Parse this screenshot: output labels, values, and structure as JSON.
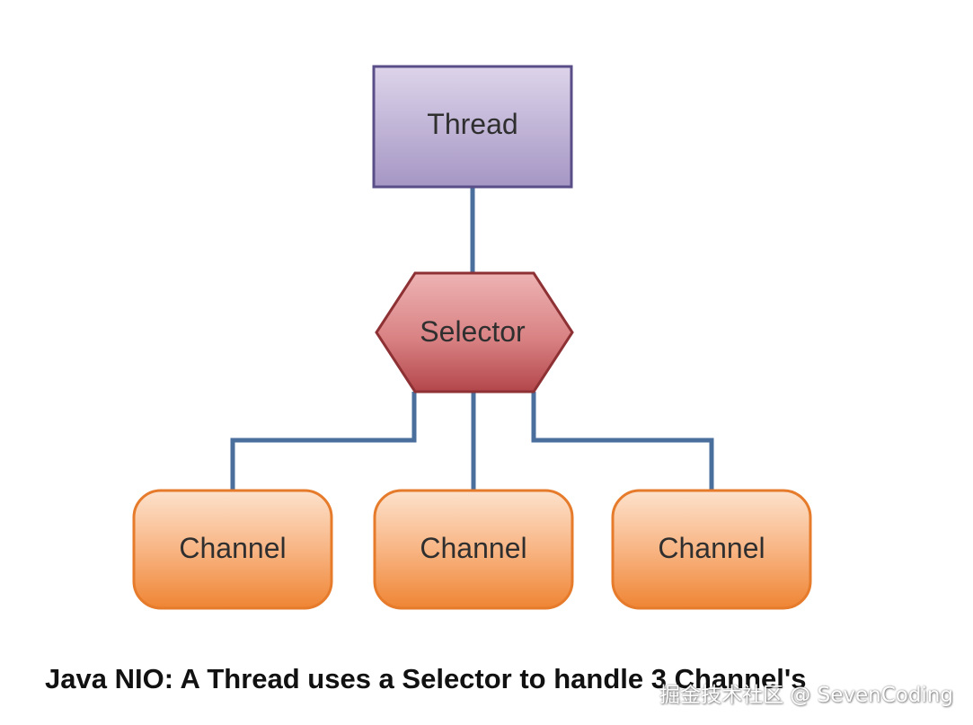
{
  "diagram": {
    "thread": {
      "label": "Thread",
      "fill_top": "#d9cfe6",
      "fill_bottom": "#a99bc6",
      "stroke": "#5a4e88"
    },
    "selector": {
      "label": "Selector",
      "fill_top": "#e9a1a1",
      "fill_bottom": "#b84a4e",
      "stroke": "#8e3135"
    },
    "channels": [
      {
        "label": "Channel"
      },
      {
        "label": "Channel"
      },
      {
        "label": "Channel"
      }
    ],
    "channel_colors": {
      "fill_top": "#fbd3b3",
      "fill_bottom": "#f08a3a",
      "stroke": "#e57b2b"
    },
    "connector_color": "#4a6f9c"
  },
  "caption": "Java NIO: A Thread uses a Selector to handle 3 Channel's",
  "watermark": "掘金技术社区 @ SevenCoding"
}
